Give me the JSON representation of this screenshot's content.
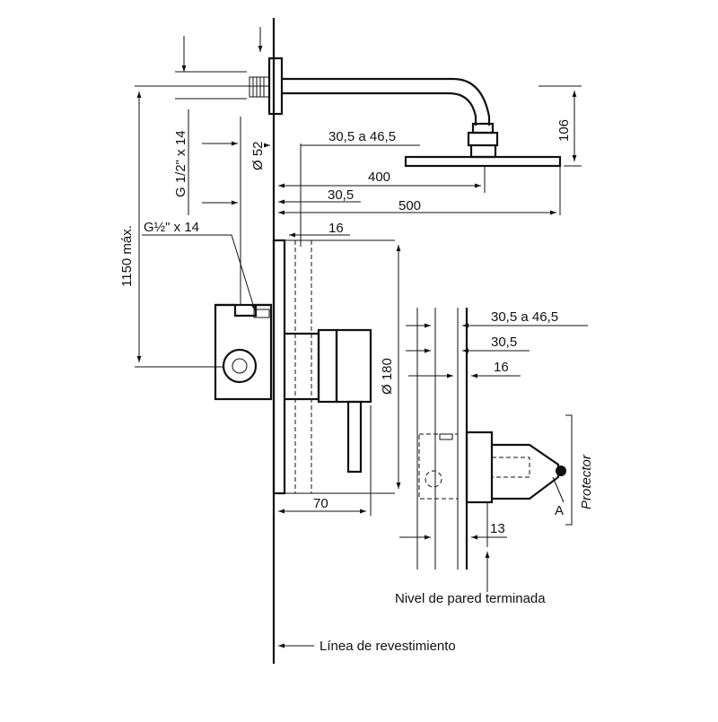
{
  "dimensions": {
    "top_height": "1150 máx.",
    "thread_top": "G 1/2\" x 14",
    "diameter_52": "Ø 52",
    "range_top": "30,5 a 46,5",
    "arm_400": "400",
    "wall_30_5": "30,5",
    "arm_500": "500",
    "cover_16": "16",
    "thread_side": "G½\" x 14",
    "head_106": "106",
    "diameter_180": "Ø 180",
    "depth_70": "70",
    "detail_range": "30,5 a 46,5",
    "detail_30_5": "30,5",
    "detail_16": "16",
    "detail_13": "13",
    "point_a": "A"
  },
  "labels": {
    "finished_wall": "Nivel de pared terminada",
    "cladding_line": "Línea de revestimiento",
    "protector": "Protector"
  }
}
